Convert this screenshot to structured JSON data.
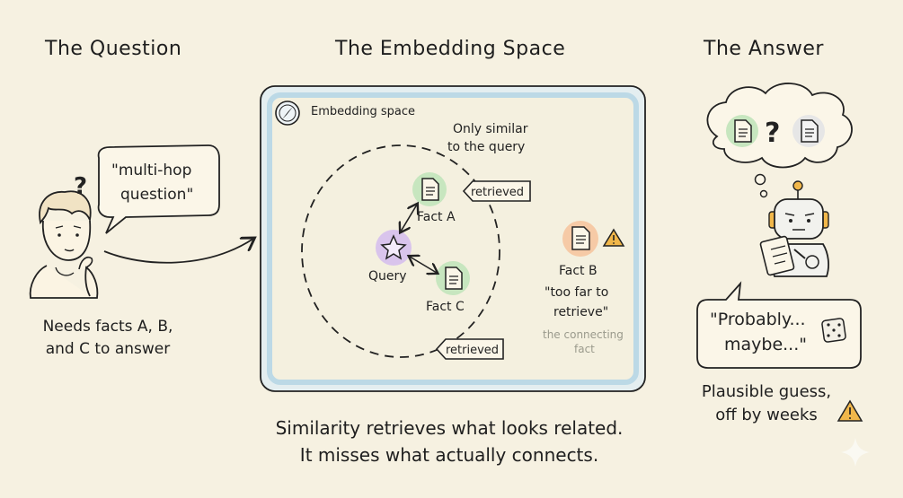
{
  "left": {
    "title": "The Question",
    "question_mark": "?",
    "speech": [
      "\"multi-hop",
      "question\""
    ],
    "caption": [
      "Needs facts A, B,",
      "and C to answer"
    ]
  },
  "center": {
    "title": "The Embedding Space",
    "box_label": "Embedding space",
    "only_similar": [
      "Only similar",
      "to the query"
    ],
    "tag_top": "retrieved",
    "tag_bottom": "retrieved",
    "query_label": "Query",
    "fact_a": "Fact A",
    "fact_c": "Fact C",
    "fact_b": "Fact B",
    "fact_b_note": [
      "\"too far to",
      "retrieve\""
    ],
    "connecting_note": [
      "the connecting",
      "fact"
    ],
    "bottom_caption": [
      "Similarity retrieves what looks related.",
      "It misses what actually connects."
    ]
  },
  "right": {
    "title": "The Answer",
    "thought_q": "?",
    "speech": [
      "\"Probably...",
      "maybe...\""
    ],
    "caption": [
      "Plausible guess,",
      "off by weeks"
    ]
  },
  "colors": {
    "background": "#f6f1e1",
    "box_border": "#bcd9e6",
    "green_blob": "#c7e6bf",
    "purple_blob": "#d9c4ec",
    "orange_blob": "#f6caa6",
    "warning": "#e9a21f"
  }
}
